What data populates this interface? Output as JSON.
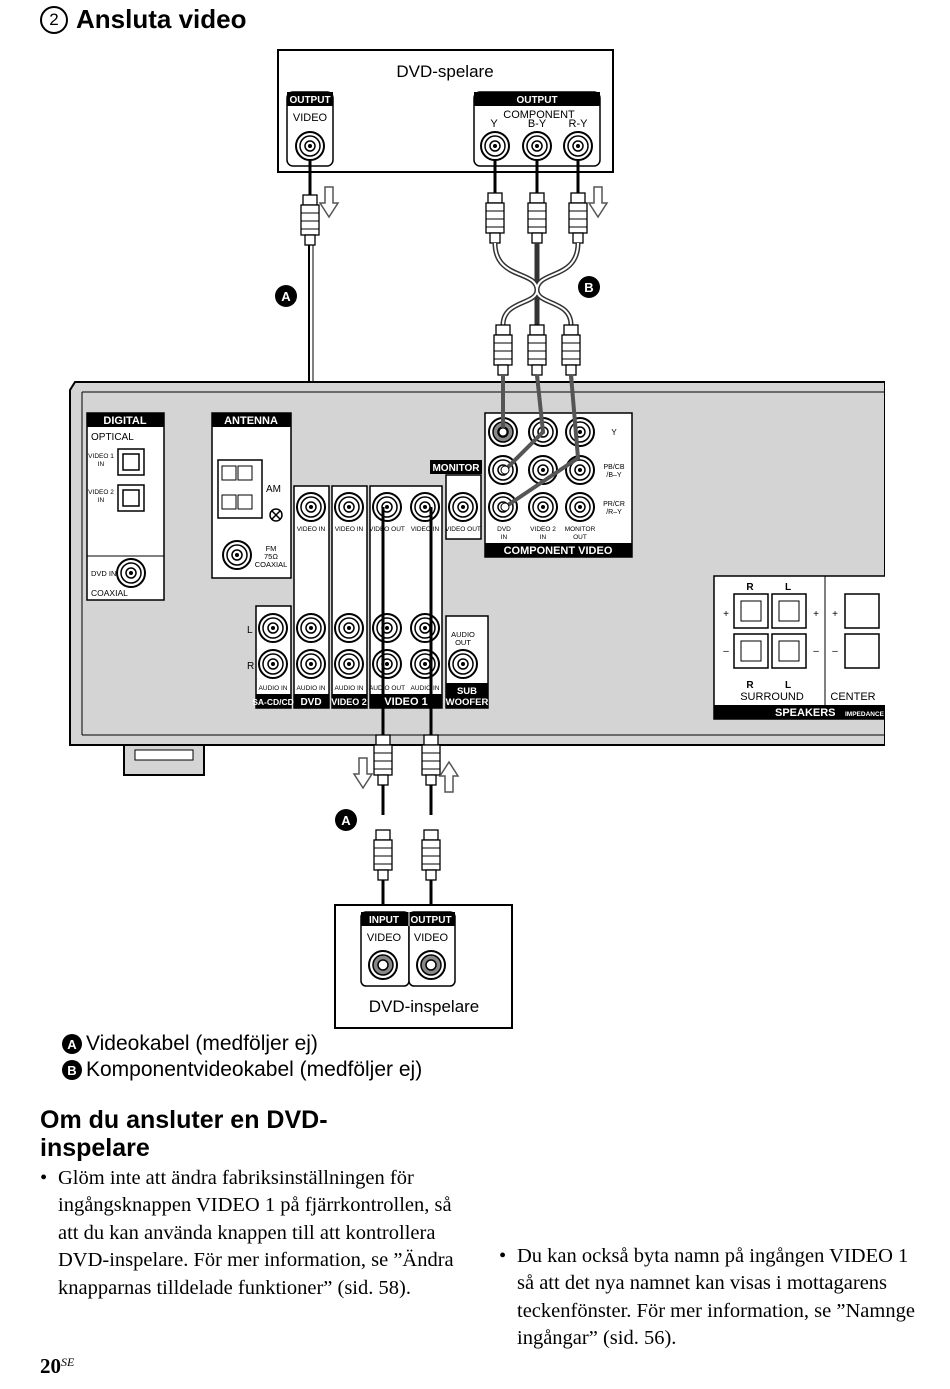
{
  "heading": {
    "number": "2",
    "title": "Ansluta video"
  },
  "dvd_player": {
    "label": "DVD-spelare",
    "output_video": {
      "badge": "OUTPUT",
      "label": "VIDEO"
    },
    "output_component": {
      "badge": "OUTPUT",
      "label": "COMPONENT",
      "y": "Y",
      "by": "B-Y",
      "ry": "R-Y"
    }
  },
  "cable_badges": {
    "a": "A",
    "b": "B"
  },
  "receiver": {
    "digital": {
      "title": "DIGITAL",
      "optical": "OPTICAL",
      "video1_in_a": "VIDEO 1",
      "video1_in_b": "IN",
      "video2_in_a": "VIDEO 2",
      "video2_in_b": "IN",
      "dvd_in": "DVD IN",
      "coaxial": "COAXIAL"
    },
    "antenna": {
      "title": "ANTENNA",
      "am": "AM",
      "fm_a": "FM",
      "fm_b": "75Ω",
      "fm_c": "COAXIAL"
    },
    "monitor": "MONITOR",
    "video_jacks": {
      "video_in": "VIDEO IN",
      "video_out": "VIDEO OUT",
      "audio_in": "AUDIO IN",
      "audio_out": "AUDIO OUT",
      "l": "L",
      "r": "R"
    },
    "groups": {
      "sacd": "SA-CD/CD",
      "dvd": "DVD",
      "video2": "VIDEO 2",
      "video1": "VIDEO 1",
      "sub_a": "SUB",
      "sub_b": "WOOFER",
      "audio_out_a": "AUDIO",
      "audio_out_b": "OUT"
    },
    "component": {
      "title": "COMPONENT VIDEO",
      "y": "Y",
      "pb_a": "PB/CB",
      "pb_b": "/B–Y",
      "pr_a": "PR/CR",
      "pr_b": "/R–Y",
      "dvd_a": "DVD",
      "dvd_b": "IN",
      "video2_a": "VIDEO 2",
      "video2_b": "IN",
      "monitor_a": "MONITOR",
      "monitor_b": "OUT"
    },
    "speakers": {
      "title": "SPEAKERS",
      "impedance": "IMPEDANCE",
      "surround": "SURROUND",
      "center": "CENTER",
      "r": "R",
      "l": "L",
      "plus": "+",
      "minus": "–"
    }
  },
  "dvd_recorder": {
    "label": "DVD-inspelare",
    "input": {
      "badge": "INPUT",
      "label": "VIDEO"
    },
    "output": {
      "badge": "OUTPUT",
      "label": "VIDEO"
    }
  },
  "legend": [
    {
      "badge": "A",
      "text": "Videokabel (medföljer ej)"
    },
    {
      "badge": "B",
      "text": "Komponentvideokabel (medföljer ej)"
    }
  ],
  "section": {
    "title_line1": "Om du ansluter en DVD-",
    "title_line2": "inspelare",
    "bullet_left": "Glöm inte att ändra fabriksinställningen för ingångsknappen VIDEO 1 på fjärrkontrollen, så att du kan använda knappen till att kontrollera DVD-inspelare. För mer information, se ”Ändra knapparnas tilldelade funktioner” (sid. 58).",
    "bullet_right": "Du kan också byta namn på ingången VIDEO 1 så att det nya namnet kan visas i mottagarens teckenfönster. För mer information, se ”Namnge ingångar” (sid. 56)."
  },
  "page": {
    "number": "20",
    "suffix": "SE"
  }
}
